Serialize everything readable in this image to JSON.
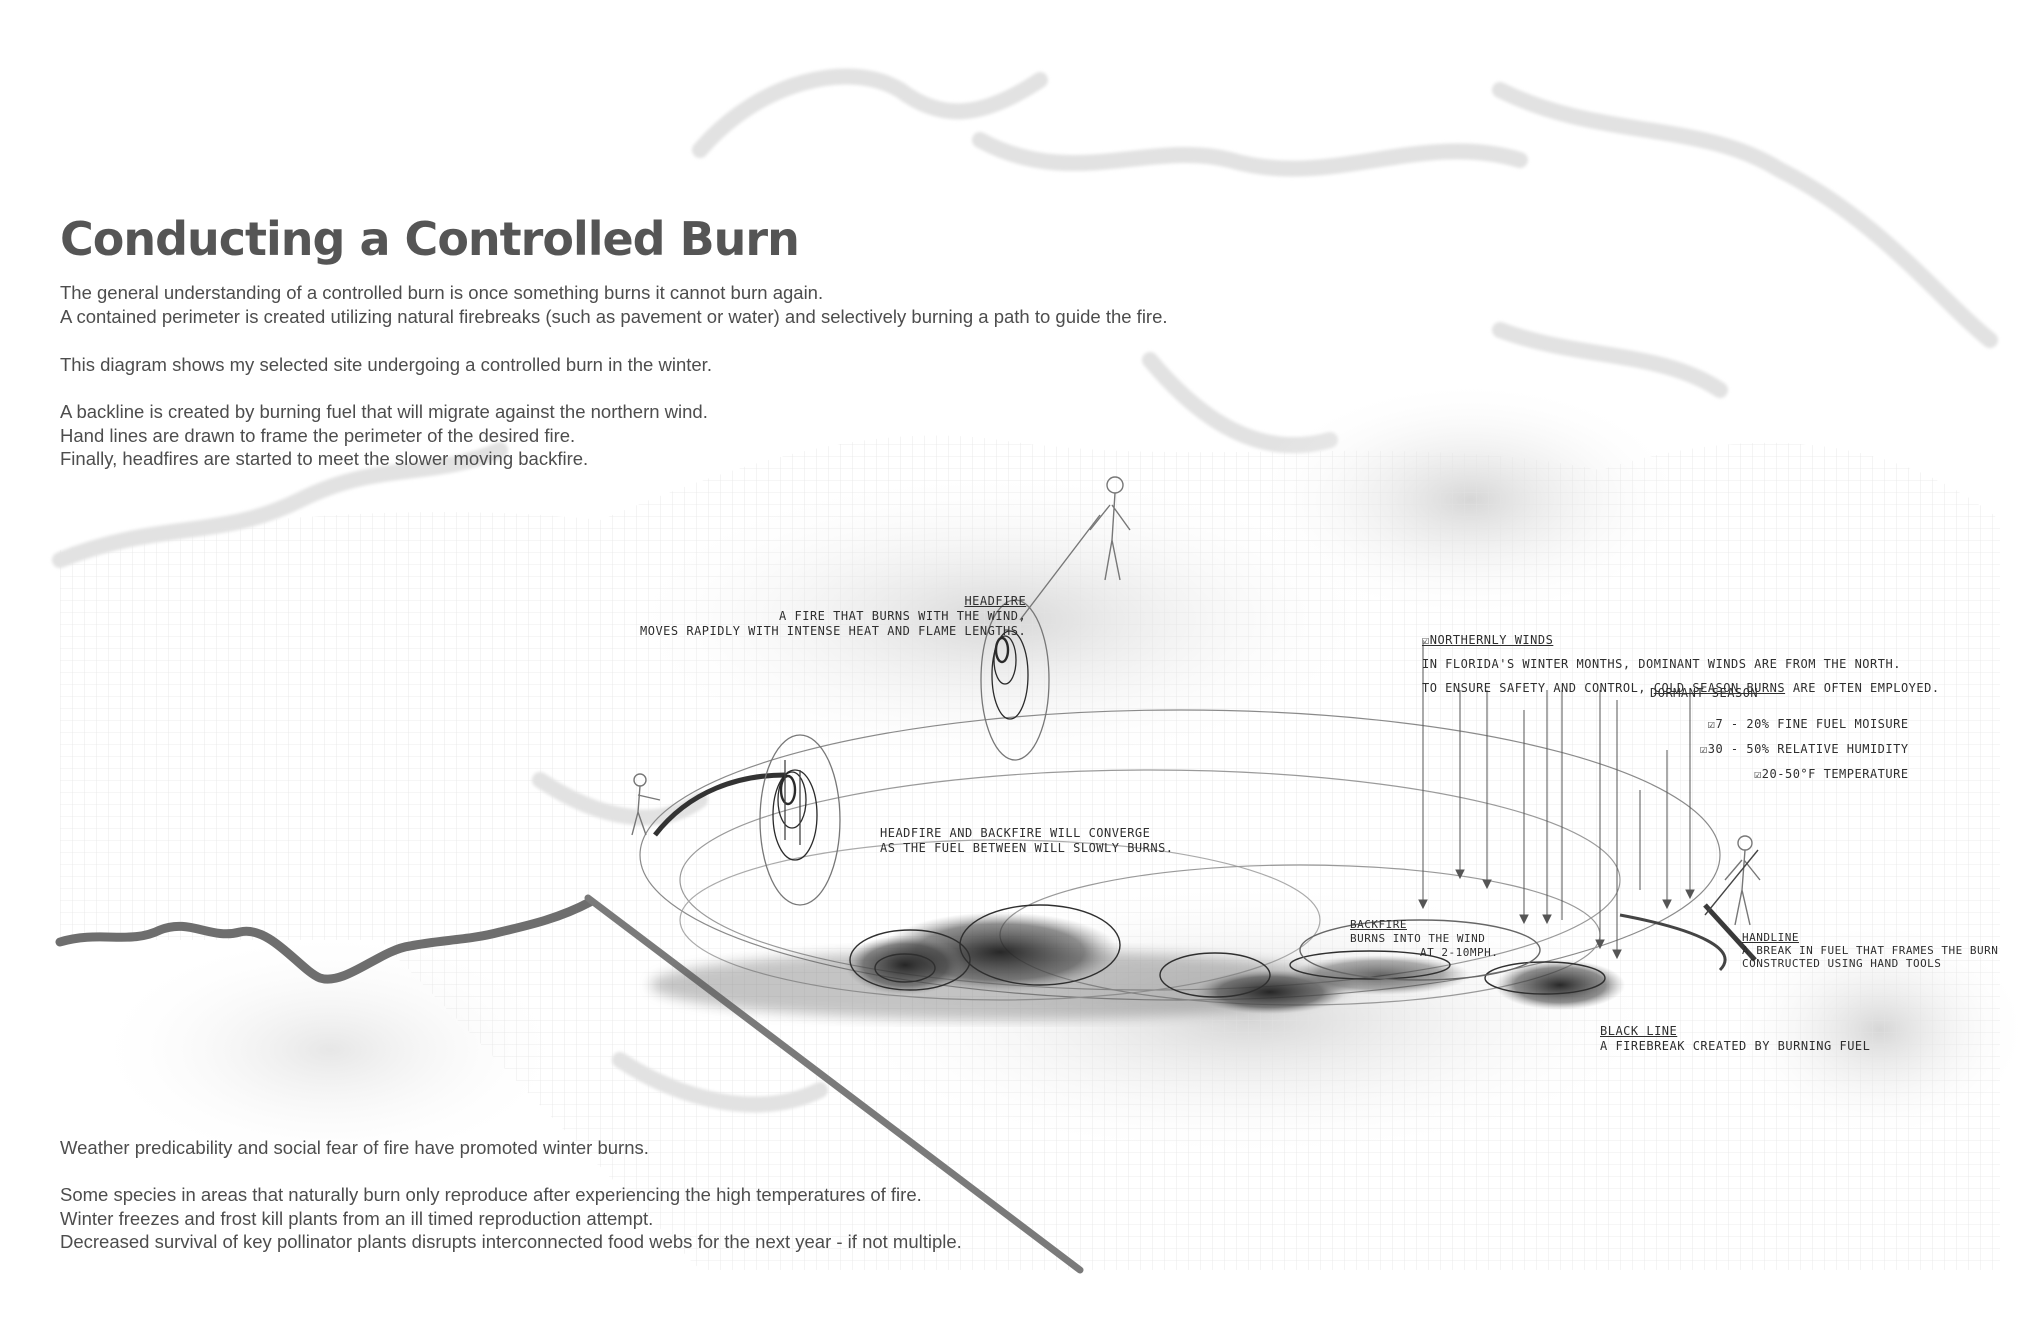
{
  "title": "Conducting a Controlled Burn",
  "intro": [
    "The general understanding of a controlled burn is once something burns it cannot burn again.",
    "A contained perimeter is created utilizing natural firebreaks (such as pavement or water) and selectively burning a path to guide the fire."
  ],
  "site": "This diagram shows my selected site undergoing a controlled burn in the winter.",
  "method": [
    "A backline is created by burning fuel that will migrate against the northern wind.",
    "Hand lines are drawn to frame the perimeter of the desired fire.",
    "Finally, headfires are started to meet the slower moving backfire."
  ],
  "weather": "Weather predicability and social fear of fire have promoted winter burns.",
  "species": [
    "Some species in areas that naturally burn only reproduce after experiencing the high temperatures of fire.",
    "Winter freezes and frost kill plants from an ill timed reproduction attempt.",
    "Decreased survival of key pollinator plants disrupts interconnected food webs for the next year - if not multiple."
  ],
  "annotations": {
    "headfire": {
      "title": "Headfire",
      "line1": "A fire that burns with the wind,",
      "line2": "moves rapidly with intense heat and flame lengths."
    },
    "converge": {
      "line1": "Headfire and backfire will converge",
      "line2": "as the fuel between will slowly burns."
    },
    "winds": {
      "title": "☑Northernly winds",
      "line1": "In Florida's winter months, dominant winds are from the north.",
      "line2_pre": "To ensure safety and control,",
      "line2_under": "cold season burns",
      "line2_post": "are often employed.",
      "line3": "Dormant season"
    },
    "conditions": [
      "☑7 - 20% fine fuel moisure",
      "☑30 - 50% relative humidity",
      "☑20-50°F temperature"
    ],
    "backfire": {
      "title": "Backfire",
      "line1": "Burns into the wind",
      "line2": "at 2-10mph."
    },
    "handline": {
      "title": "Handline",
      "line1": "A break in fuel that frames the burn",
      "line2": "constructed using hand tools"
    },
    "blackline": {
      "title": "Black line",
      "line1": "A firebreak created by burning fuel"
    }
  },
  "colors": {
    "title": "#555555",
    "body_text": "#4d4d4d",
    "ink": "#2e2e2e",
    "background": "#ffffff",
    "wash": "#d9d9d9",
    "road": "#7a7a7a"
  }
}
